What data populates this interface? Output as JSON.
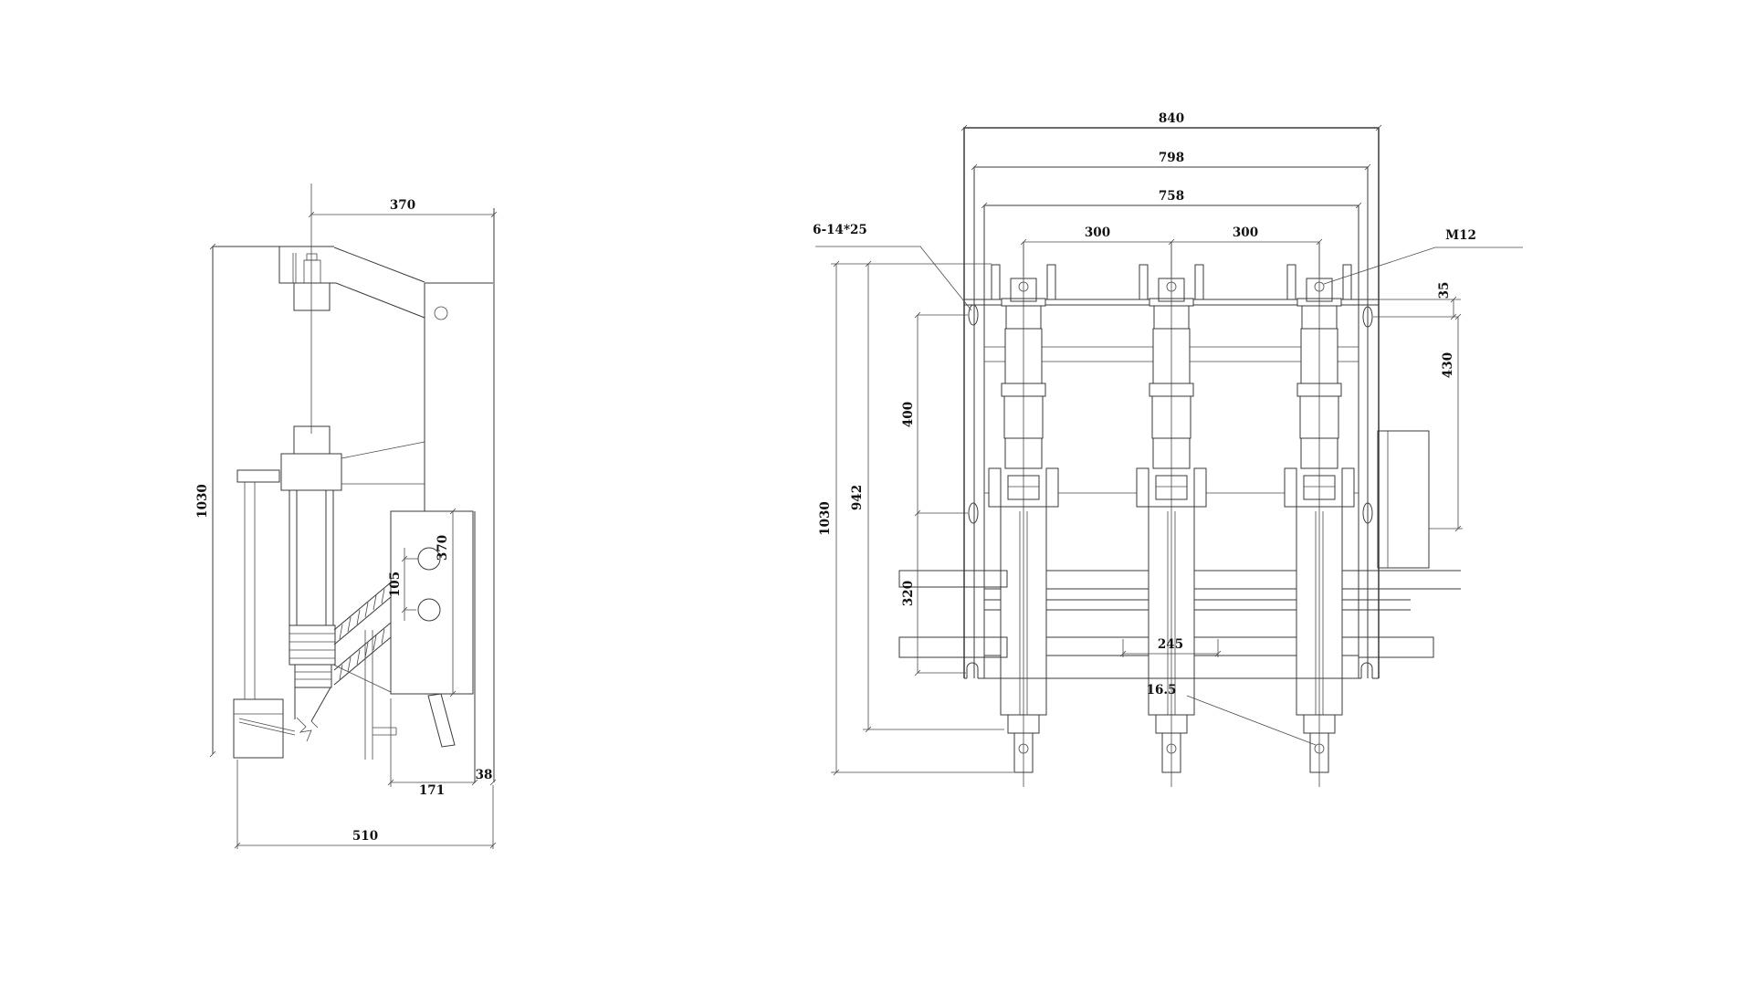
{
  "meta": {
    "background": "#ffffff",
    "line_color": "#3a3a3a",
    "text_color": "#111111",
    "drawing_type": "engineering dimensional drawing, side view and front view"
  },
  "side_view": {
    "dims": {
      "top_width": "370",
      "overall_height": "1030",
      "hole_pitch": "105",
      "panel_height": "370",
      "panel_width": "171",
      "flange_width": "38",
      "base_depth": "510"
    }
  },
  "front_view": {
    "dims": {
      "overall_width": "840",
      "mount_width": "798",
      "inner_width": "758",
      "pole_pitch_a": "300",
      "pole_pitch_b": "300",
      "overall_height": "1030",
      "inner_height": "942",
      "slot_span_upper": "400",
      "slot_span_lower": "320",
      "slot_offset": "35",
      "side_height": "430",
      "side_width": "245"
    },
    "callouts": {
      "mount_slots": "6-14*25",
      "terminal_thread": "M12",
      "pin_hole": "16.5"
    }
  }
}
